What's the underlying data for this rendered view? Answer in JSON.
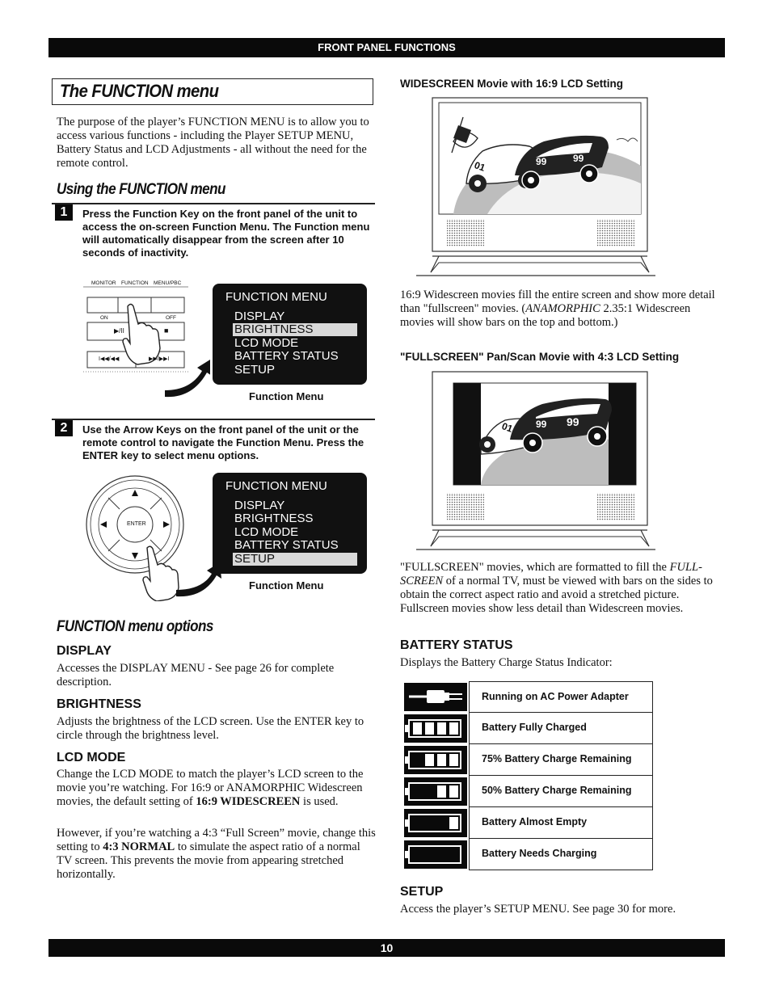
{
  "header": {
    "section": "FRONT PANEL FUNCTIONS"
  },
  "footer": {
    "page_number": "10"
  },
  "left": {
    "title": "The FUNCTION menu",
    "intro": "The purpose of the player’s FUNCTION MENU is to allow you to access various functions - including the Player SETUP MENU, Battery Status and LCD Adjustments - all without the need for the remote control.",
    "using_heading": "Using the FUNCTION menu",
    "step1": {
      "num": "1",
      "text": "Press the Function Key on the front panel of the unit to access the on-screen Function Menu. The Function menu will automatically disappear from the screen after 10 seconds of inactivity."
    },
    "panel_labels": {
      "monitor": "MONITOR",
      "function": "FUNCTION",
      "menu_pbc": "MENU/PBC",
      "on": "ON",
      "off": "OFF",
      "play_pause": "▶/II",
      "stop": "■",
      "prev": "I◀◀/◀◀",
      "next": "▶▶/▶▶I"
    },
    "menu1": {
      "title": "FUNCTION MENU",
      "items": [
        "DISPLAY",
        "BRIGHTNESS",
        "LCD MODE",
        "BATTERY STATUS",
        "SETUP"
      ],
      "selected": 1,
      "caption": "Function Menu"
    },
    "step2": {
      "num": "2",
      "text": "Use the Arrow Keys on the front panel of the unit or the remote control to navigate the Function Menu. Press the ENTER key to select menu options."
    },
    "dpad": {
      "enter": "ENTER"
    },
    "menu2": {
      "title": "FUNCTION MENU",
      "items": [
        "DISPLAY",
        "BRIGHTNESS",
        "LCD MODE",
        "BATTERY STATUS",
        "SETUP"
      ],
      "selected": 4,
      "caption": "Function Menu"
    },
    "options_heading": "FUNCTION menu options",
    "display": {
      "heading": "DISPLAY",
      "text": "Accesses the DISPLAY MENU - See page 26 for complete description."
    },
    "brightness": {
      "heading": "BRIGHTNESS",
      "text": "Adjusts the brightness of the LCD screen. Use the ENTER key to circle through the brightness level."
    },
    "lcd_mode": {
      "heading": "LCD MODE",
      "p1_before": "Change the LCD MODE to match the player’s LCD screen to the movie you’re watching. For 16:9 or ANAMORPHIC Widescreen movies, the default setting of ",
      "p1_bold": "16:9 WIDESCREEN",
      "p1_after": " is used.",
      "p2_before": "However, if you’re watching a 4:3 “Full Screen” movie, change this setting to ",
      "p2_bold": "4:3 NORMAL",
      "p2_after": " to simulate the aspect ratio of a normal TV screen.  This prevents the movie from appearing stretched horizontally."
    }
  },
  "right": {
    "wide_heading": "WIDESCREEN Movie with 16:9 LCD Setting",
    "wide_text_before": "16:9 Widescreen movies fill the entire screen and show more detail than \"fullscreen\" movies. (",
    "wide_text_italic": "ANAMORPHIC",
    "wide_text_after": " 2.35:1 Widescreen movies will show bars on the top and bottom.)",
    "full_heading": "\"FULLSCREEN\" Pan/Scan Movie with 4:3 LCD Setting",
    "full_text_before": "\"FULLSCREEN\" movies, which are formatted to fill the ",
    "full_text_italic": "FULL-SCREEN",
    "full_text_after": " of a normal TV, must be viewed with bars on the sides to obtain the correct aspect ratio and avoid a stretched picture. Fullscreen movies show less detail than Widescreen movies.",
    "car_numbers": [
      "01",
      "99",
      "99"
    ],
    "battery": {
      "heading": "BATTERY STATUS",
      "text": "Displays the Battery Charge Status Indicator:",
      "rows": [
        {
          "icon": "ac-plug-icon",
          "label": "Running on AC Power Adapter",
          "bars": -1
        },
        {
          "icon": "battery-full-icon",
          "label": "Battery Fully Charged",
          "bars": 4
        },
        {
          "icon": "battery-75-icon",
          "label": "75% Battery Charge Remaining",
          "bars": 3
        },
        {
          "icon": "battery-50-icon",
          "label": "50% Battery Charge Remaining",
          "bars": 2
        },
        {
          "icon": "battery-low-icon",
          "label": "Battery Almost Empty",
          "bars": 1
        },
        {
          "icon": "battery-empty-icon",
          "label": "Battery Needs Charging",
          "bars": 0
        }
      ]
    },
    "setup": {
      "heading": "SETUP",
      "text": "Access the player’s SETUP MENU. See page 30 for more."
    }
  }
}
